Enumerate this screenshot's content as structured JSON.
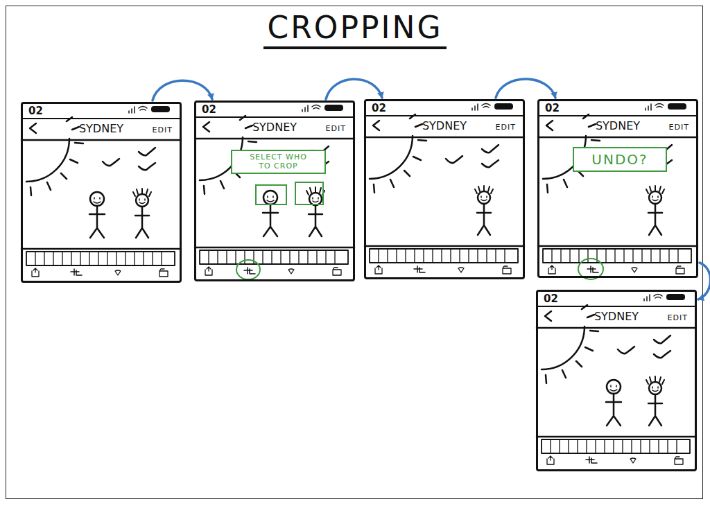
{
  "diagram": {
    "title": "CROPPING",
    "nodes": [
      {
        "text": [
          "02",
          "SYDNEY",
          "EDIT"
        ]
      },
      {
        "text": [
          "02",
          "SYDNEY",
          "EDIT"
        ]
      },
      {
        "text": [
          "SELECT WHO TO CROP"
        ],
        "in": 1
      },
      {
        "text": [
          "02",
          "SYDNEY",
          "EDIT"
        ]
      },
      {
        "text": [
          "02",
          "SYDNEY",
          "EDIT"
        ]
      },
      {
        "text": [
          "UNDO?"
        ],
        "in": 4
      },
      {
        "text": [
          "02",
          "SYDNEY",
          "EDIT"
        ]
      }
    ],
    "edges": [
      {
        "from": 0,
        "to": 1,
        "arrow": "to"
      },
      {
        "from": 1,
        "to": 3,
        "arrow": "to"
      },
      {
        "from": 3,
        "to": 4,
        "arrow": "to"
      },
      {
        "from": 4,
        "to": 6,
        "arrow": "to"
      }
    ]
  }
}
